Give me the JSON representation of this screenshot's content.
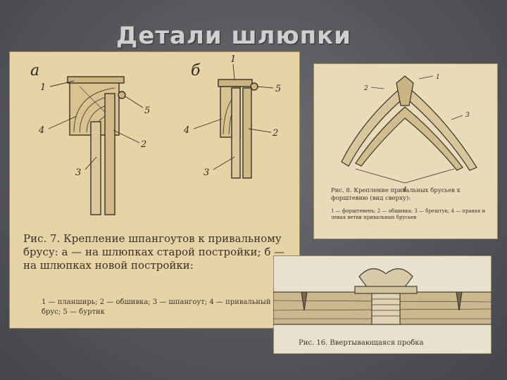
{
  "slide": {
    "title": "Детали шлюпки"
  },
  "fig7": {
    "tag_a": "а",
    "tag_b": "б",
    "caption": "Рис. 7. Крепление шпангоутов к привальному брусу: а — на шлюпках старой постройки; б — на шлюпках новой постройки:",
    "legend": "1 — планширь; 2 — обшивка; 3 — шпангоут; 4 — привальный брус; 5 — буртик",
    "labels_a": [
      "1",
      "5",
      "4",
      "2",
      "3"
    ],
    "labels_b": [
      "1",
      "5",
      "4",
      "2",
      "3"
    ]
  },
  "fig8": {
    "caption": "Рис. 8. Крепление привальных брусьев к форштевню (вид сверху):",
    "legend": "1 — форштевень; 2 — обшивка; 3 — брештук; 4 — правая и левая ветви привальных брусьев",
    "labels": [
      "1",
      "2",
      "3",
      "4"
    ]
  },
  "fig16": {
    "caption": "Рис. 16. Ввертывающаяся пробка"
  }
}
